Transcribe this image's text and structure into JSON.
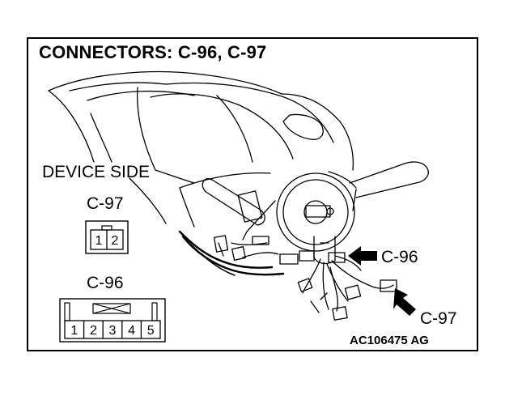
{
  "title": "CONNECTORS: C-96, C-97",
  "device_side_label": "DEVICE SIDE",
  "connector_c97": {
    "label": "C-97",
    "pins": [
      "1",
      "2"
    ]
  },
  "connector_c96": {
    "label": "C-96",
    "pins": [
      "1",
      "2",
      "3",
      "4",
      "5"
    ]
  },
  "callouts": {
    "c96": "C-96",
    "c97": "C-97"
  },
  "figure_ref": "AC106475 AG"
}
